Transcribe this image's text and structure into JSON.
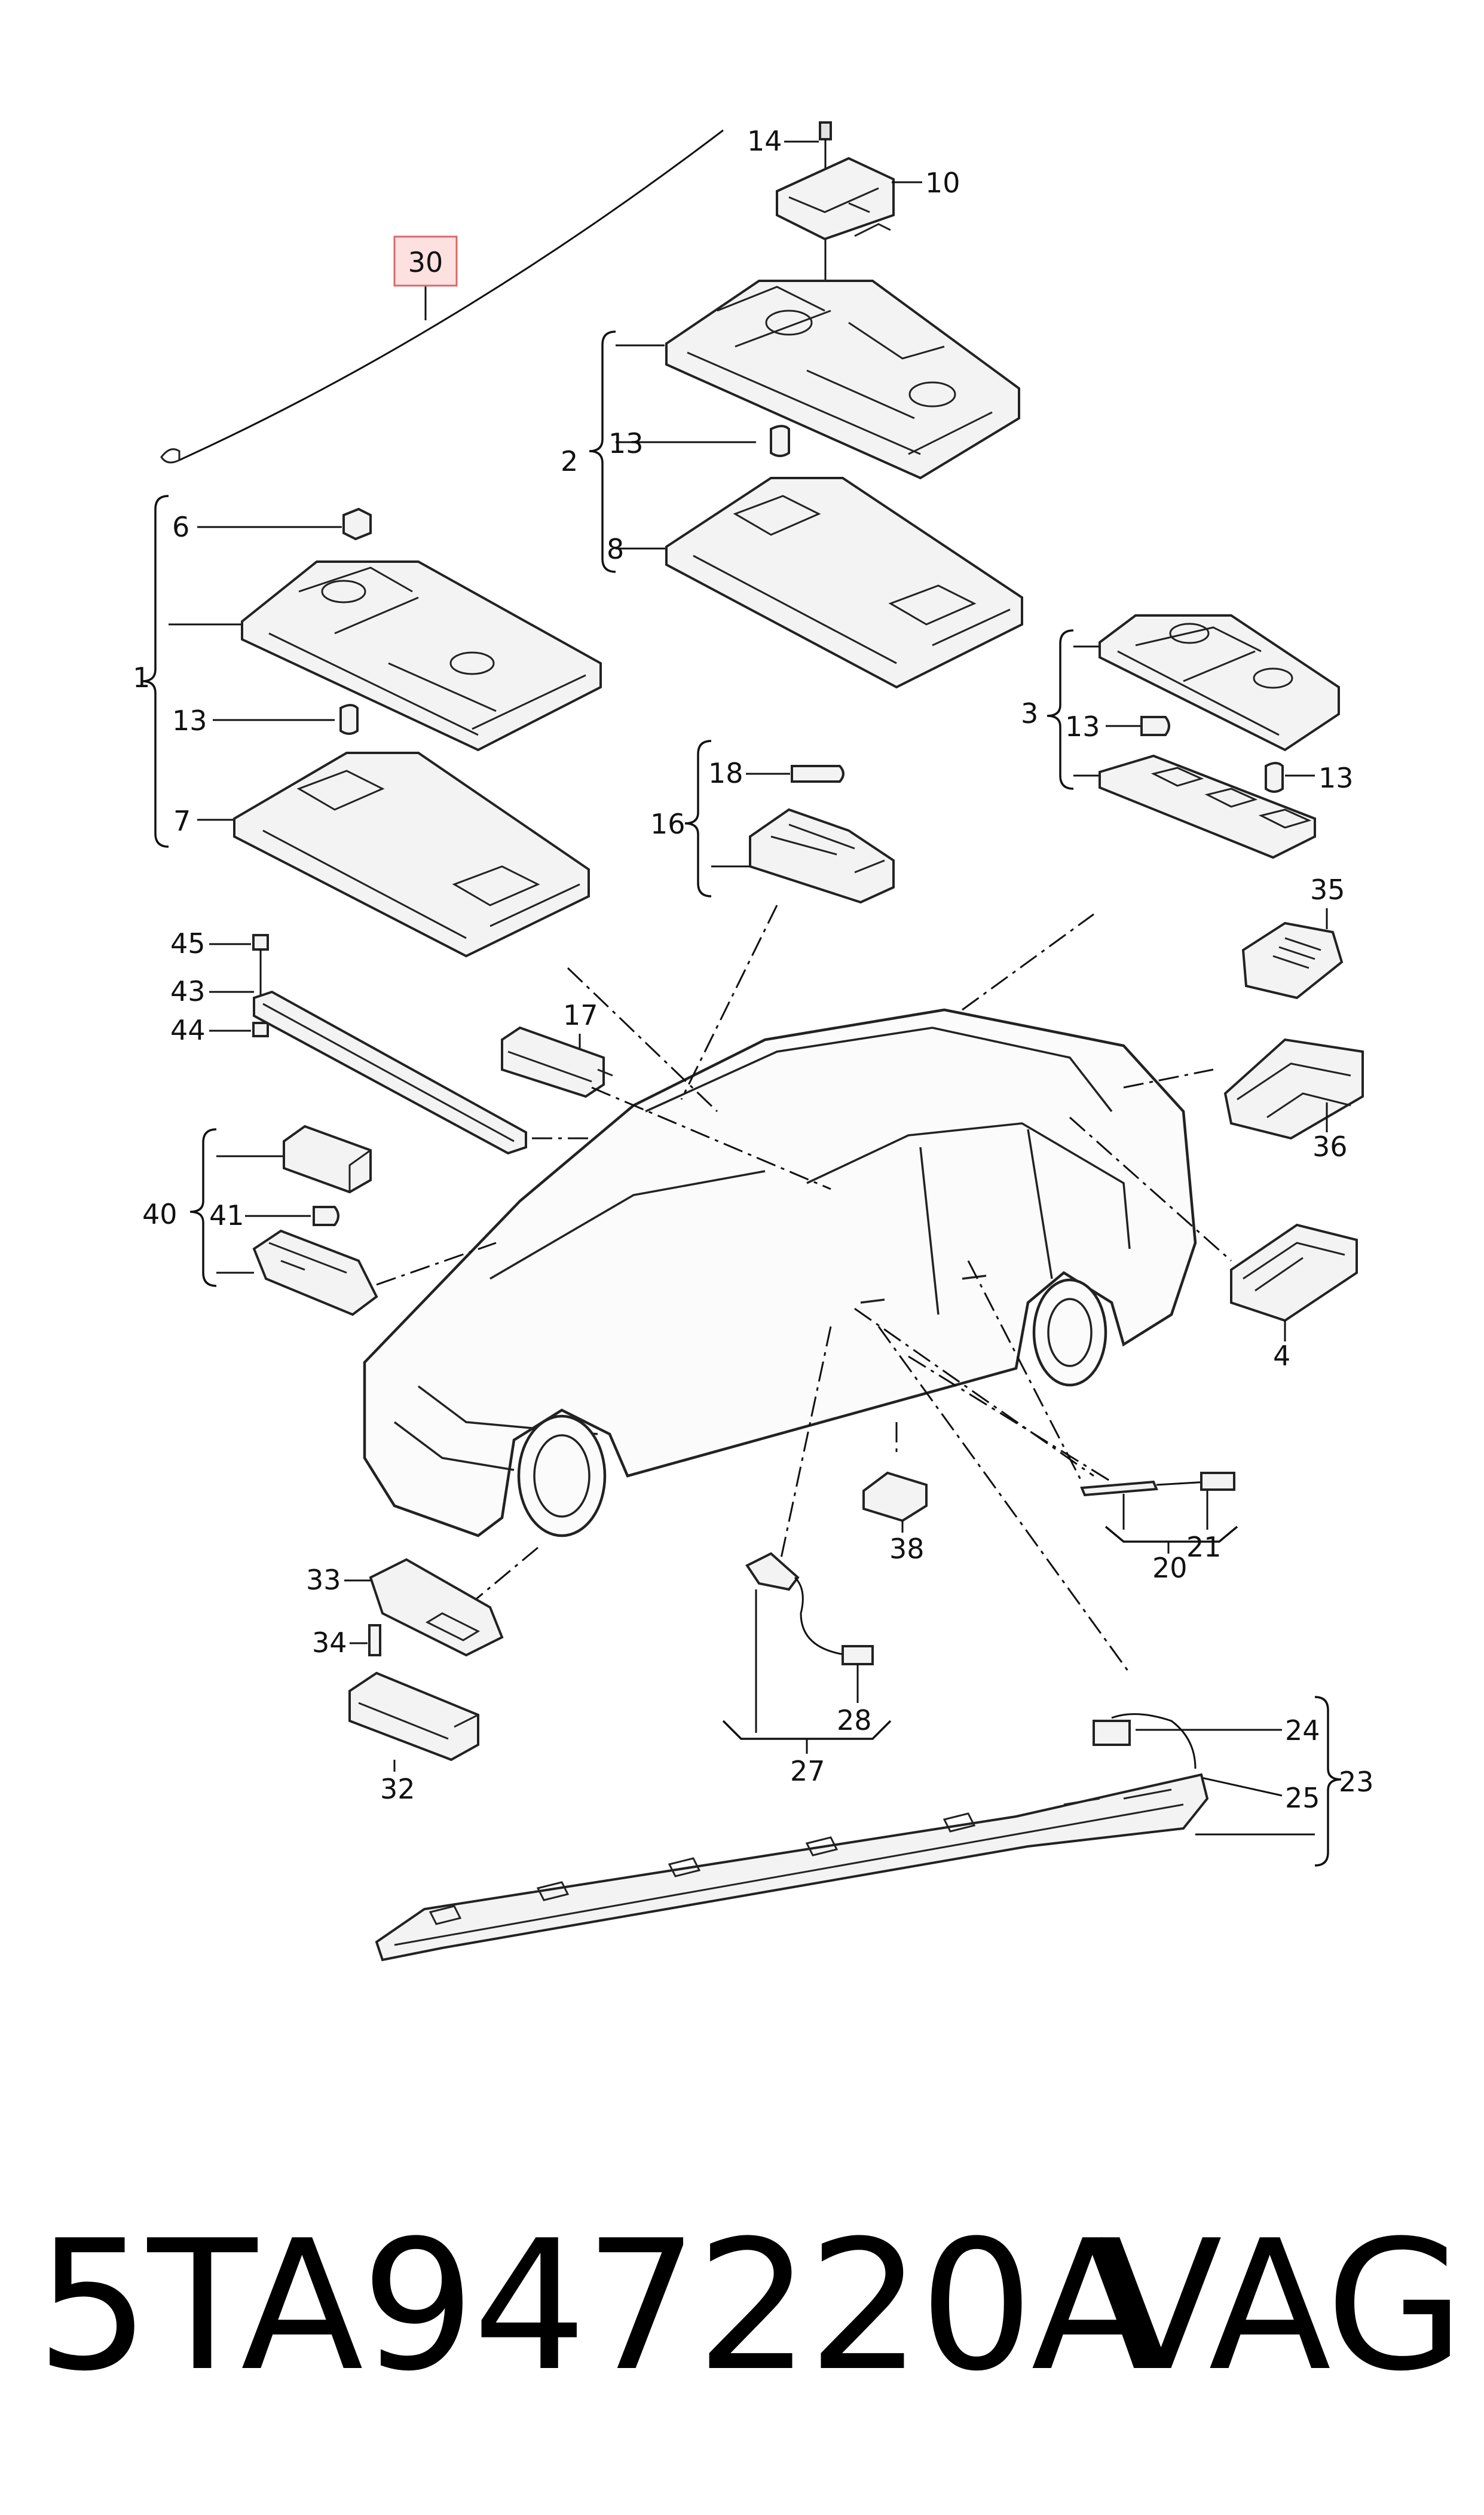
{
  "callouts": {
    "c30": "30",
    "c14": "14",
    "c10": "10",
    "c2": "2",
    "c13a": "13",
    "c8": "8",
    "c6": "6",
    "c1": "1",
    "c13b": "13",
    "c7": "7",
    "c3": "3",
    "c13c": "13",
    "c13d": "13",
    "c18": "18",
    "c16": "16",
    "c35": "35",
    "c36": "36",
    "c45": "45",
    "c43": "43",
    "c44": "44",
    "c17": "17",
    "c40": "40",
    "c41": "41",
    "c4": "4",
    "c21": "21",
    "c20": "20",
    "c38": "38",
    "c33": "33",
    "c34": "34",
    "c32": "32",
    "c28": "28",
    "c27": "27",
    "c24": "24",
    "c25": "25",
    "c23": "23"
  },
  "highlighted_callout": "30",
  "colors": {
    "highlight_fill": "#fde0e0",
    "highlight_stroke": "#d86a6a",
    "line": "#222222"
  },
  "footer": {
    "part_number": "5TA947220A",
    "brand": "VAG"
  }
}
